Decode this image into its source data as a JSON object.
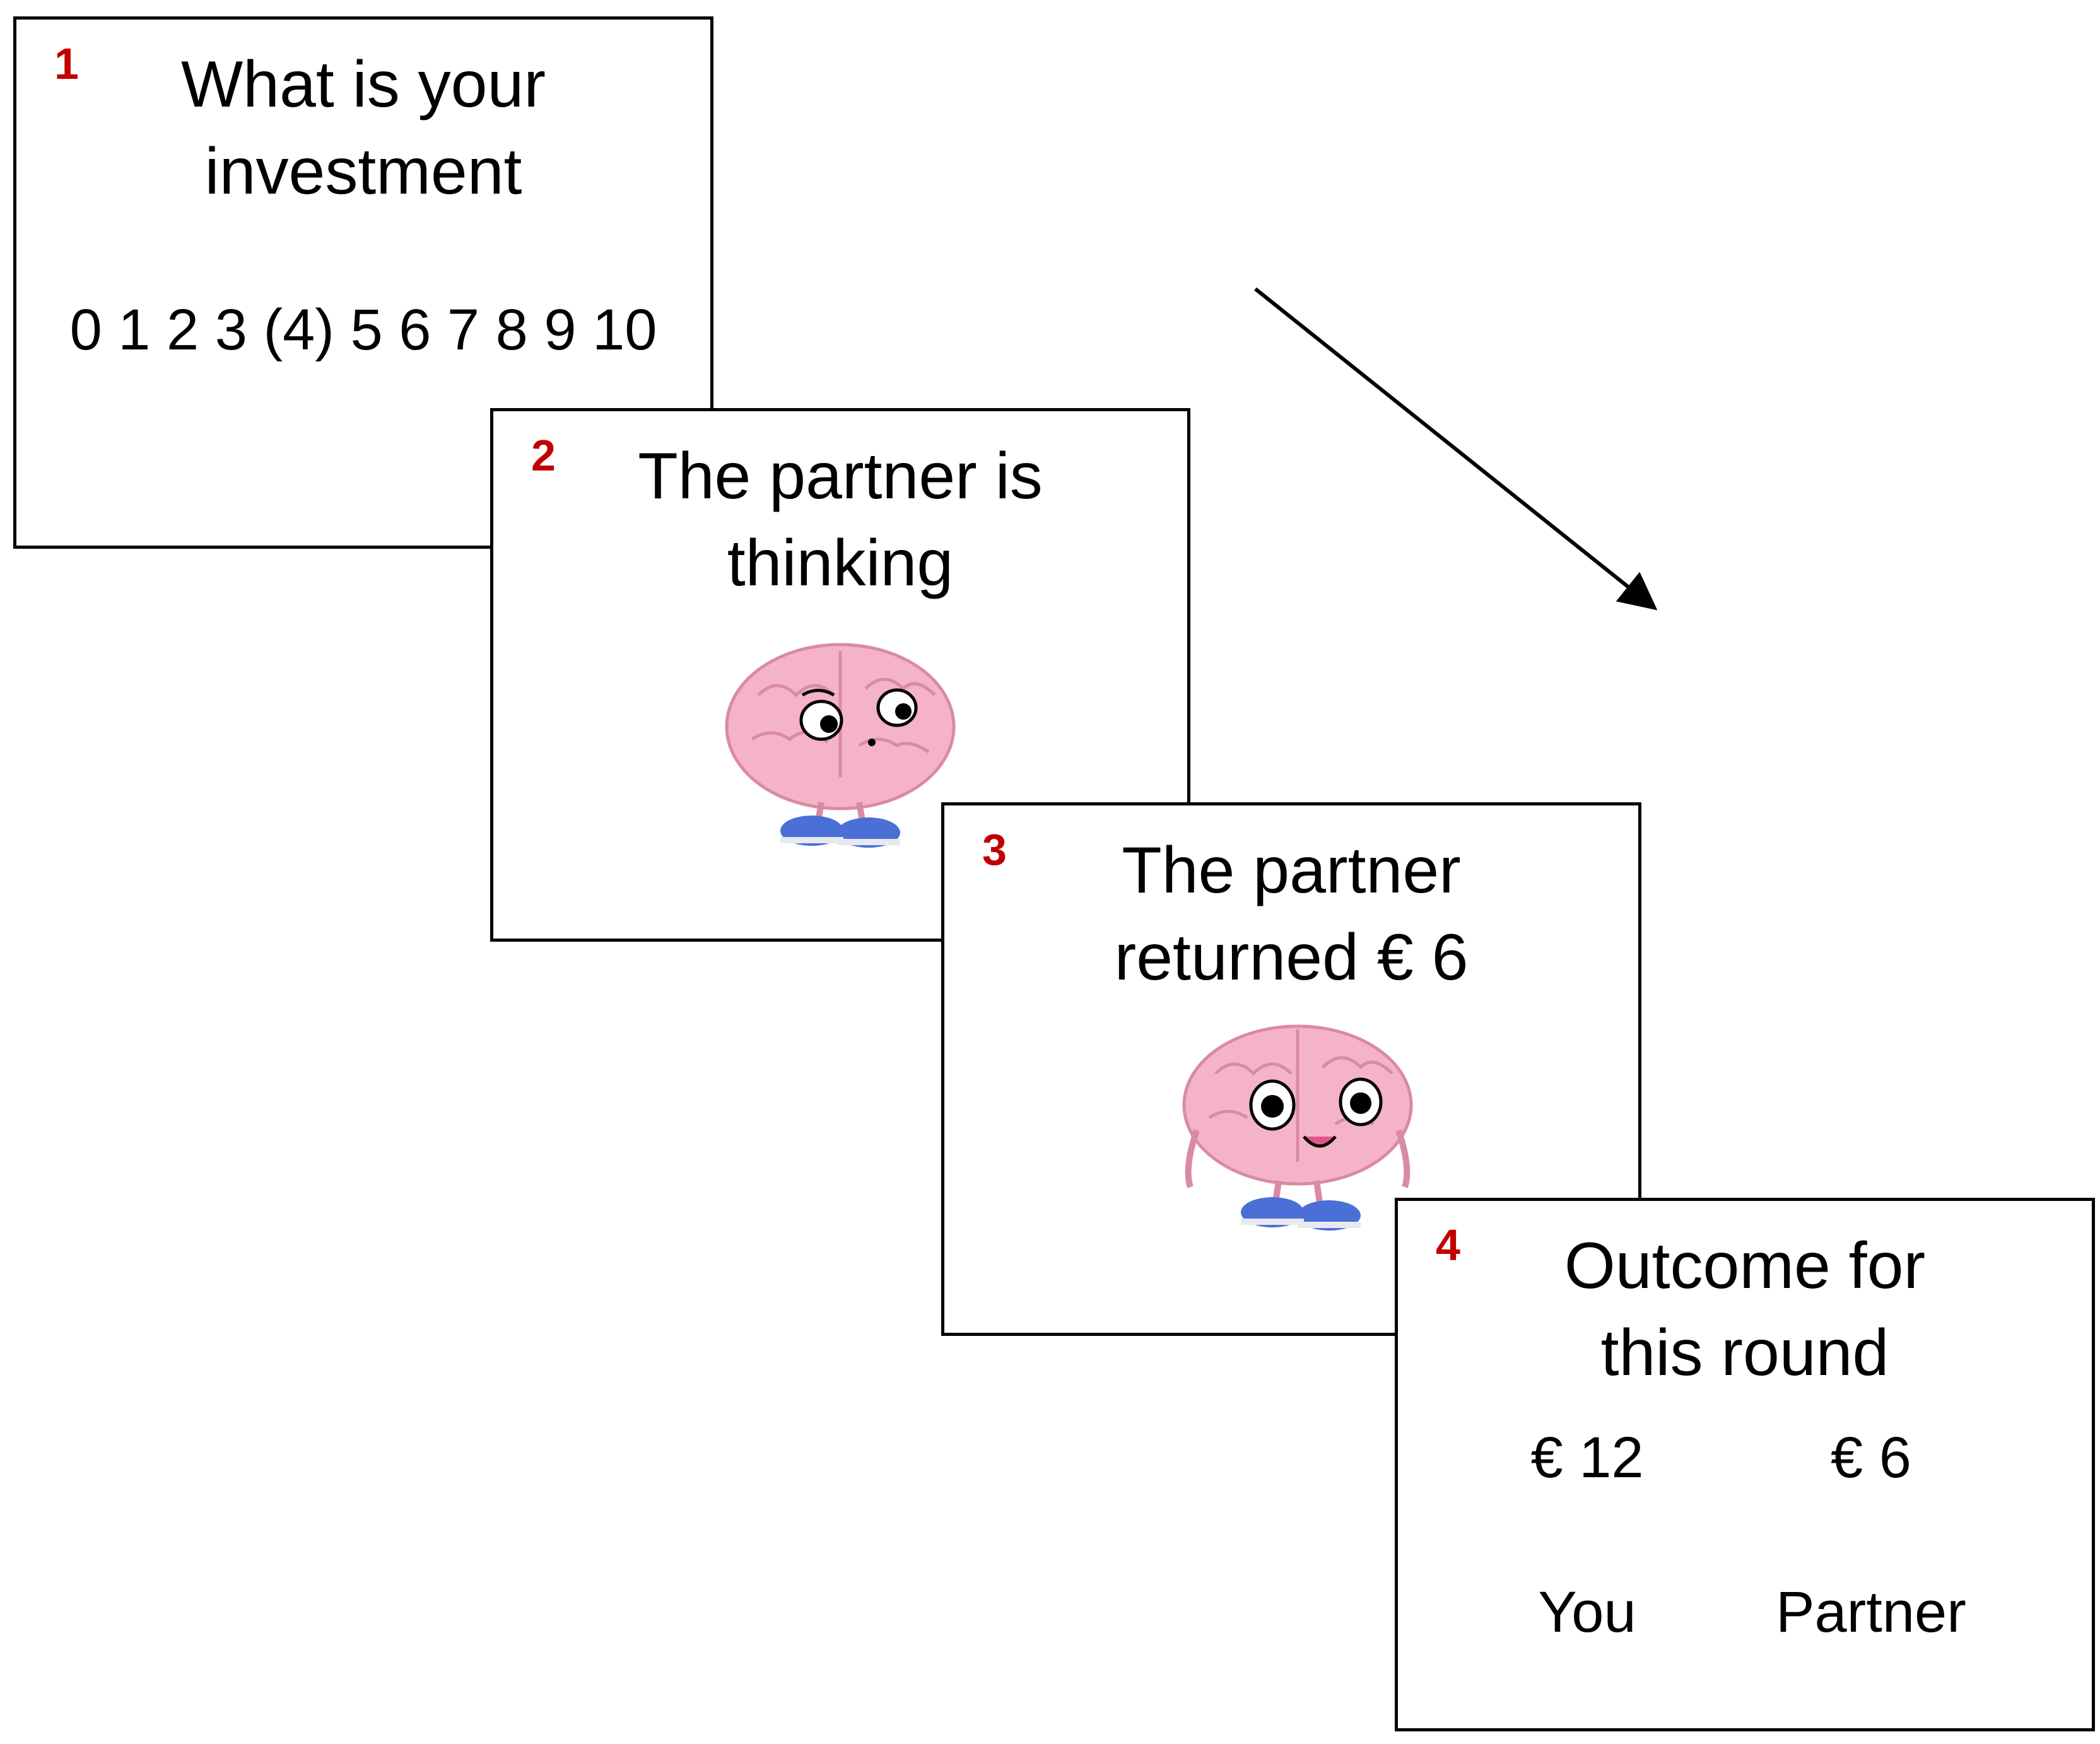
{
  "cards": [
    {
      "number": "1",
      "title_line1": "What is your",
      "title_line2": "investment",
      "scale": "0 1 2 3 (4) 5 6 7 8 9 10"
    },
    {
      "number": "2",
      "title_line1": "The partner is",
      "title_line2": "thinking",
      "icon": "brain-thinking-icon"
    },
    {
      "number": "3",
      "title_line1": "The partner",
      "title_line2": "returned € 6",
      "icon": "brain-happy-icon"
    },
    {
      "number": "4",
      "title_line1": "Outcome for",
      "title_line2": "this round",
      "you_amount": "€ 12",
      "partner_amount": "€ 6",
      "you_label": "You",
      "partner_label": "Partner"
    }
  ],
  "colors": {
    "step_number": "#c00000",
    "brain_pink": "#f5b3c8",
    "shoe_blue": "#4a6fd6"
  }
}
